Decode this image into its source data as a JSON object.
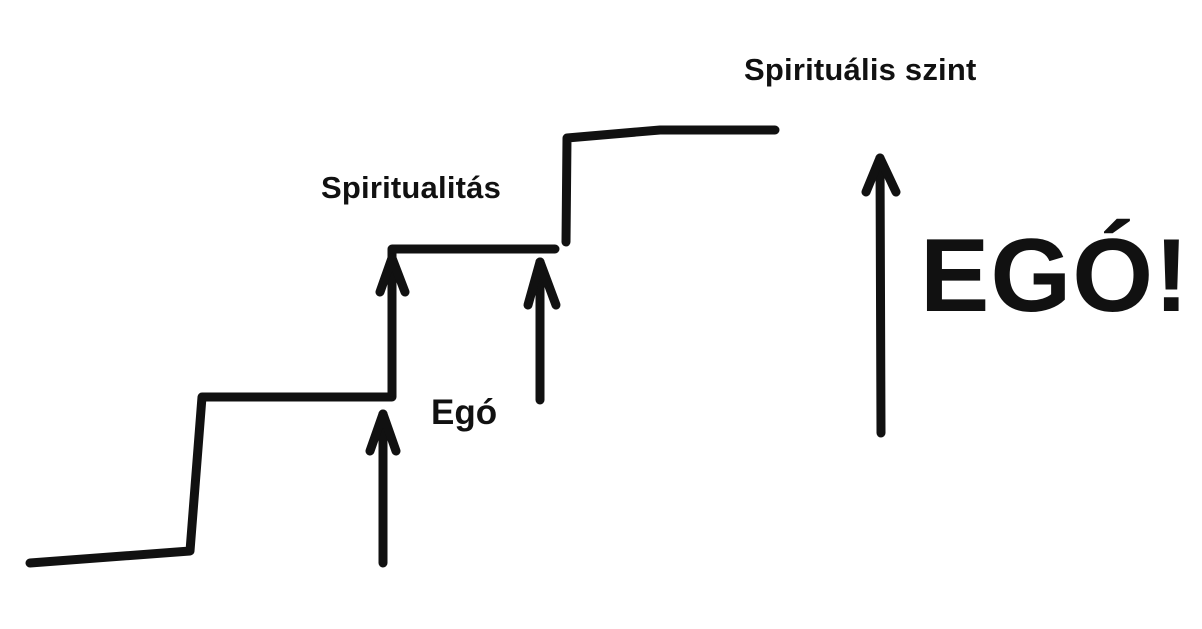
{
  "labels": {
    "top_level": "Spirituális szint",
    "middle_level": "Spiritualitás",
    "ego_small": "Egó",
    "ego_big": "EGÓ!"
  },
  "colors": {
    "ink": "#111111",
    "background": "#ffffff"
  },
  "icons": [
    "arrow-up-icon"
  ]
}
